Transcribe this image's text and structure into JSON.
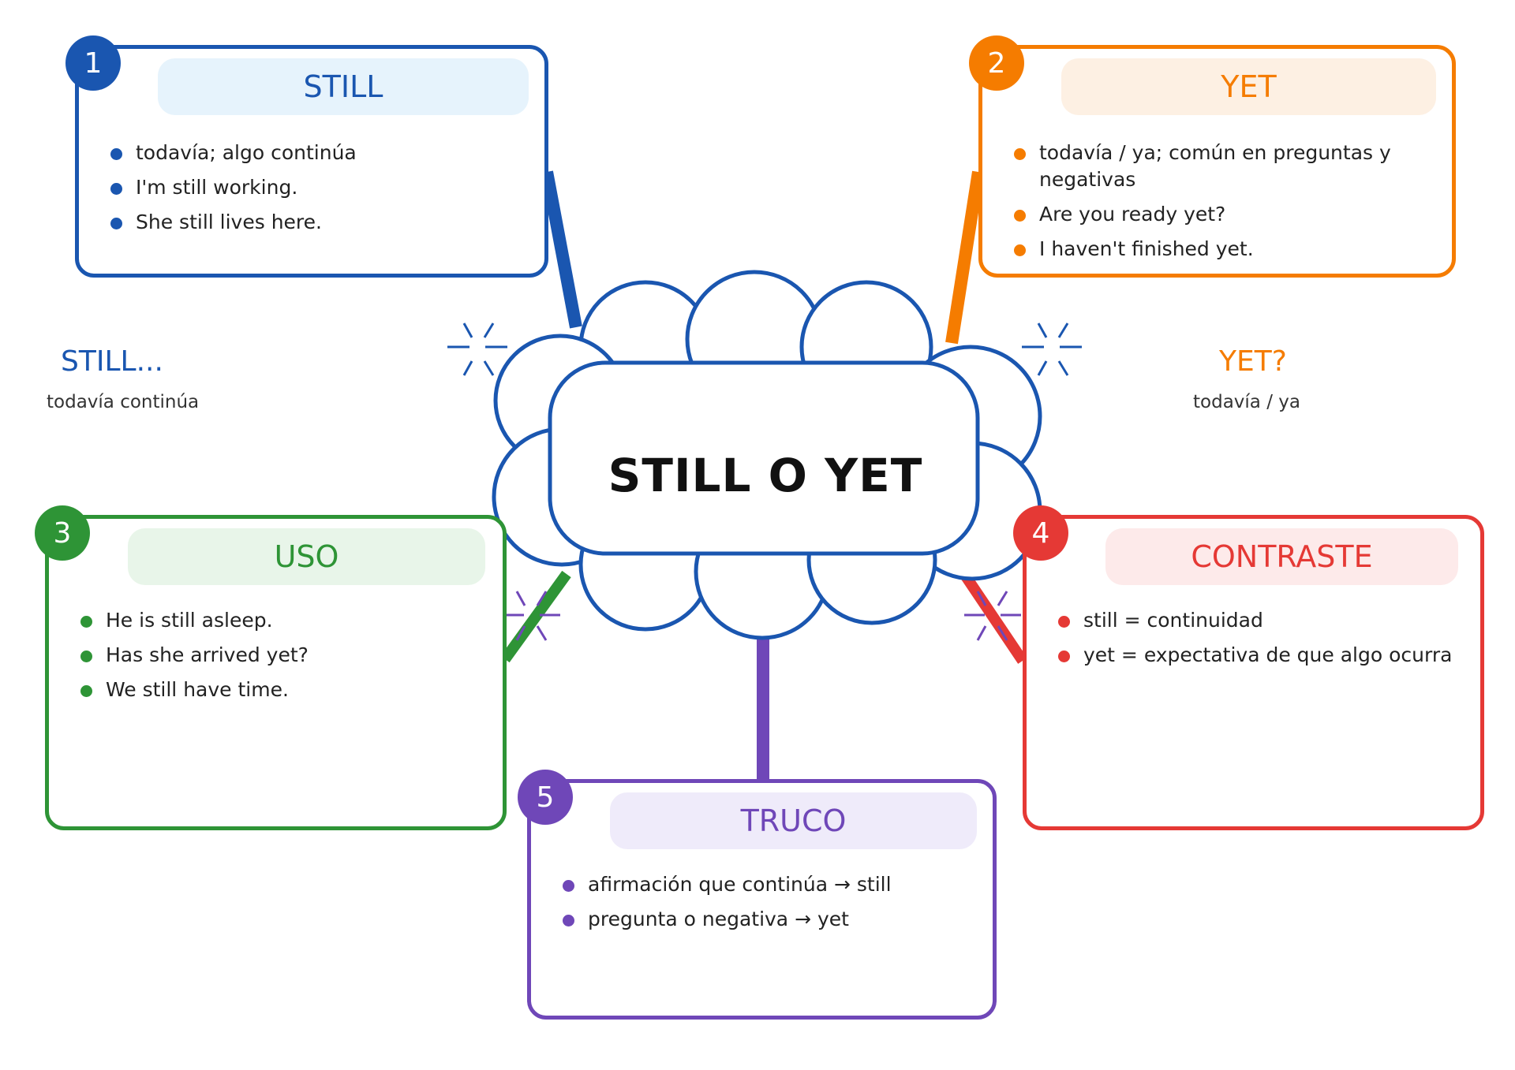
{
  "center": {
    "title": "STILL O YET"
  },
  "colors": {
    "blue": "#1a56b0",
    "orange": "#f57c00",
    "green": "#2e9436",
    "red": "#e53935",
    "purple": "#6f47b8"
  },
  "cards": {
    "still": {
      "number": "1",
      "title": "STILL",
      "items": [
        "todavía; algo continúa",
        "I'm still working.",
        "She still lives here."
      ]
    },
    "yet": {
      "number": "2",
      "title": "YET",
      "items": [
        "todavía / ya; común en preguntas y negativas",
        "Are you ready yet?",
        "I haven't finished yet."
      ]
    },
    "uso": {
      "number": "3",
      "title": "USO",
      "items": [
        "He is still asleep.",
        "Has she arrived yet?",
        "We still have time."
      ]
    },
    "contraste": {
      "number": "4",
      "title": "CONTRASTE",
      "items": [
        "still = continuidad",
        "yet = expectativa de que algo ocurra"
      ]
    },
    "truco": {
      "number": "5",
      "title": "TRUCO",
      "items": [
        "afirmación que continúa → still",
        "pregunta o negativa → yet"
      ]
    }
  },
  "side_labels": {
    "left": {
      "title": "STILL...",
      "subtitle": "todavía continúa"
    },
    "right": {
      "title": "YET?",
      "subtitle": "todavía / ya"
    }
  }
}
